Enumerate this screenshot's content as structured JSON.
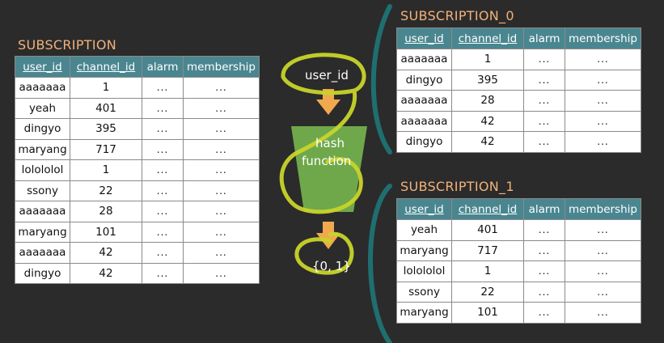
{
  "subscription": {
    "title": "SUBSCRIPTION",
    "columns": [
      "user_id",
      "channel_id",
      "alarm",
      "membership"
    ],
    "rows": [
      [
        "aaaaaaa",
        "1",
        "...",
        "..."
      ],
      [
        "yeah",
        "401",
        "...",
        "..."
      ],
      [
        "dingyo",
        "395",
        "...",
        "..."
      ],
      [
        "maryang",
        "717",
        "...",
        "..."
      ],
      [
        "lolololol",
        "1",
        "...",
        "..."
      ],
      [
        "ssony",
        "22",
        "...",
        "..."
      ],
      [
        "aaaaaaa",
        "28",
        "...",
        "..."
      ],
      [
        "maryang",
        "101",
        "...",
        "..."
      ],
      [
        "aaaaaaa",
        "42",
        "...",
        "..."
      ],
      [
        "dingyo",
        "42",
        "...",
        "..."
      ]
    ]
  },
  "subscription_0": {
    "title": "SUBSCRIPTION_0",
    "columns": [
      "user_id",
      "channel_id",
      "alarm",
      "membership"
    ],
    "rows": [
      [
        "aaaaaaa",
        "1",
        "...",
        "..."
      ],
      [
        "dingyo",
        "395",
        "...",
        "..."
      ],
      [
        "aaaaaaa",
        "28",
        "...",
        "..."
      ],
      [
        "aaaaaaa",
        "42",
        "...",
        "..."
      ],
      [
        "dingyo",
        "42",
        "...",
        "..."
      ]
    ]
  },
  "subscription_1": {
    "title": "SUBSCRIPTION_1",
    "columns": [
      "user_id",
      "channel_id",
      "alarm",
      "membership"
    ],
    "rows": [
      [
        "yeah",
        "401",
        "...",
        "..."
      ],
      [
        "maryang",
        "717",
        "...",
        "..."
      ],
      [
        "lolololol",
        "1",
        "...",
        "..."
      ],
      [
        "ssony",
        "22",
        "...",
        "..."
      ],
      [
        "maryang",
        "101",
        "...",
        "..."
      ]
    ]
  },
  "flow": {
    "input_label": "user_id",
    "hash_line1": "hash",
    "hash_line2": "function",
    "output_label": "{0, 1}"
  },
  "colors": {
    "title": "#f2b27a",
    "header_bg": "#4a8690",
    "arrow": "#f0a94c",
    "hash_box": "#6fa84a",
    "highlight": "#c8d42a",
    "bracket": "#1f6f70",
    "background": "#2b2b2b"
  }
}
